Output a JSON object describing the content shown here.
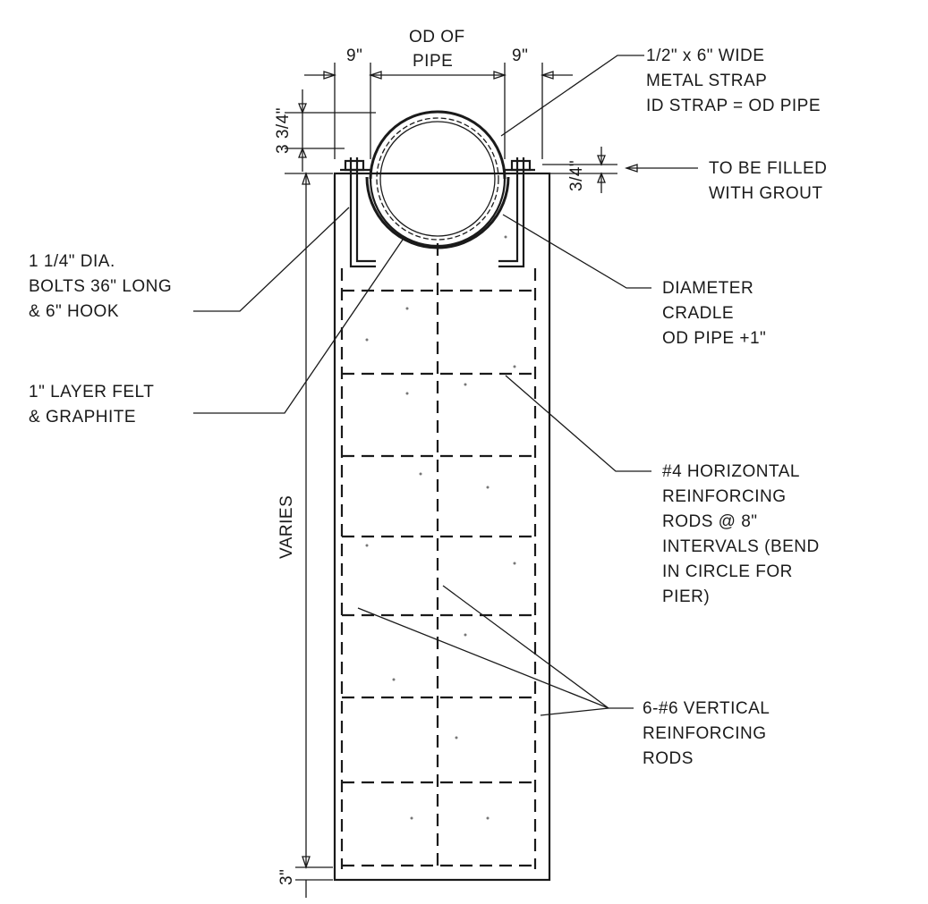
{
  "dimensions": {
    "left_offset": "9\"",
    "right_offset": "9\"",
    "od_line1": "OD OF",
    "od_line2": "PIPE",
    "top_height": "3 3/4\"",
    "grout_height": "3/4\"",
    "varies": "VARIES",
    "bottom_cover": "3\""
  },
  "callouts": {
    "strap": [
      "1/2\" x 6\" WIDE",
      "METAL STRAP",
      "ID STRAP = OD PIPE"
    ],
    "grout": [
      "TO BE FILLED",
      "WITH GROUT"
    ],
    "bolts": [
      "1 1/4\" DIA.",
      "BOLTS 36\" LONG",
      "& 6\" HOOK"
    ],
    "cradle": [
      "DIAMETER",
      "CRADLE",
      "OD PIPE +1\""
    ],
    "felt": [
      "1\" LAYER FELT",
      "& GRAPHITE"
    ],
    "horizontal_rods": [
      "#4 HORIZONTAL",
      "REINFORCING",
      "RODS @ 8\"",
      "INTERVALS (BEND",
      "IN CIRCLE FOR",
      "PIER)"
    ],
    "vertical_rods": [
      "6-#6 VERTICAL",
      "REINFORCING",
      "RODS"
    ]
  }
}
